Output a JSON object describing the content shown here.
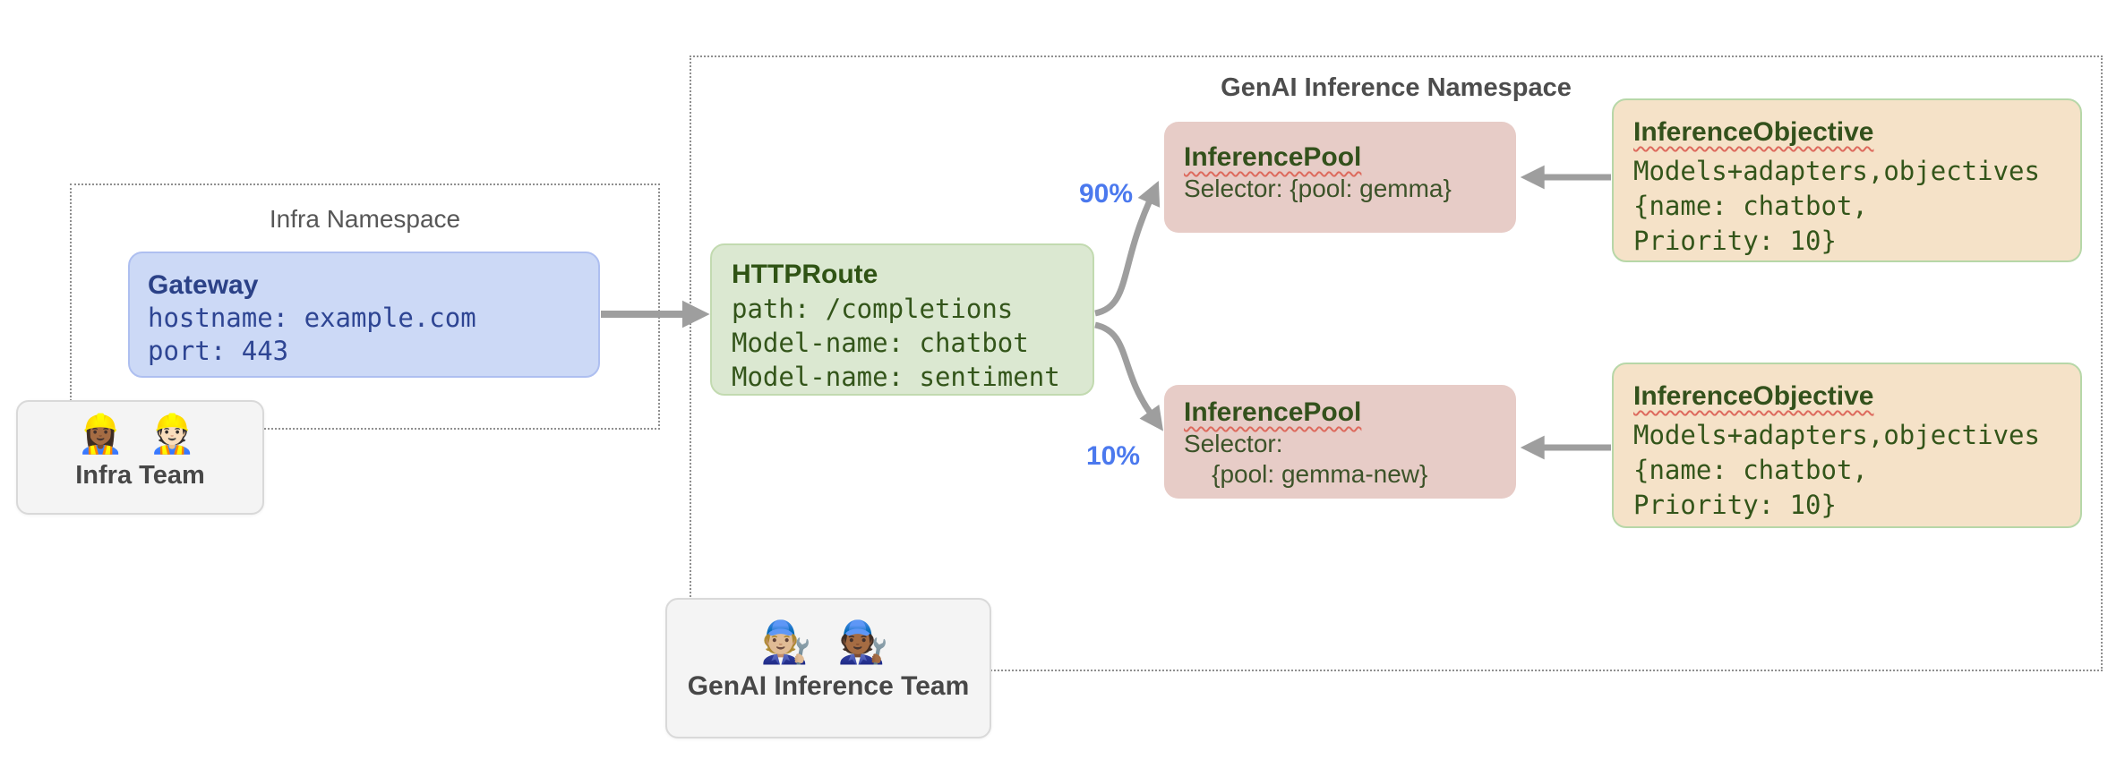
{
  "infra_namespace": {
    "title": "Infra Namespace",
    "gateway": {
      "title": "Gateway",
      "lines": [
        "hostname: example.com",
        "port: 443"
      ]
    }
  },
  "genai_namespace": {
    "title": "GenAI Inference Namespace",
    "httproute": {
      "title": "HTTPRoute",
      "lines": [
        "path: /completions",
        "Model-name: chatbot",
        "Model-name: sentiment"
      ]
    },
    "pools": [
      {
        "title": "InferencePool",
        "lines": [
          "Selector: {pool: gemma}",
          ""
        ],
        "weight_label": "90%"
      },
      {
        "title": "InferencePool",
        "lines": [
          "Selector:",
          "    {pool: gemma-new}"
        ],
        "weight_label": "10%"
      }
    ],
    "objectives": [
      {
        "title": "InferenceObjective",
        "lines": [
          "Models+adapters,objectives",
          "{name: chatbot,",
          "Priority: 10}"
        ]
      },
      {
        "title": "InferenceObjective",
        "lines": [
          "Models+adapters,objectives",
          "{name: chatbot,",
          "Priority: 10}"
        ]
      }
    ]
  },
  "teams": [
    {
      "label": "Infra Team",
      "emojis": "👷🏾‍♀️ 👷🏻",
      "icon": "construction-worker-emojis"
    },
    {
      "label": "GenAI Inference Team",
      "emojis": "🧑🏼‍🔧 🧑🏾‍🔧",
      "icon": "mechanic-emojis"
    }
  ],
  "colors": {
    "gateway_fill": "#ccd9f6",
    "gateway_text": "#2b4187",
    "httproute_fill": "#dbe8d1",
    "pool_fill": "#e7ccc7",
    "objective_fill": "#f5e2c8",
    "objective_border": "#b7d7a8",
    "dark_green_text": "#33511c",
    "arrow_gray": "#9e9e9e",
    "weight_blue": "#4b79ee",
    "namespace_border": "#8f8f8f",
    "squiggle_red": "#dd6a5d"
  }
}
